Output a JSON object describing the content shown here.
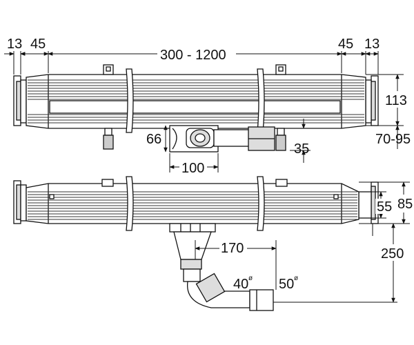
{
  "top_view": {
    "dimensions": {
      "end_clearance_left": "13",
      "end_offset_left": "45",
      "channel_length": "300 - 1200",
      "end_offset_right": "45",
      "end_clearance_right": "13",
      "channel_height": "113",
      "adjustable_height": "70-95",
      "outlet_height": "66",
      "outlet_offset": "35",
      "outlet_width": "100"
    }
  },
  "bottom_view": {
    "dimensions": {
      "frame_height": "85",
      "inner_height": "55",
      "total_height": "250",
      "trap_offset": "170",
      "inner_pipe_diameter": "40",
      "outer_pipe_diameter": "50"
    },
    "diameter_symbol": "ø"
  },
  "colors": {
    "line": "#111111",
    "hatch": "#333333",
    "fill": "#ffffff",
    "shade": "#d9d9d9"
  }
}
